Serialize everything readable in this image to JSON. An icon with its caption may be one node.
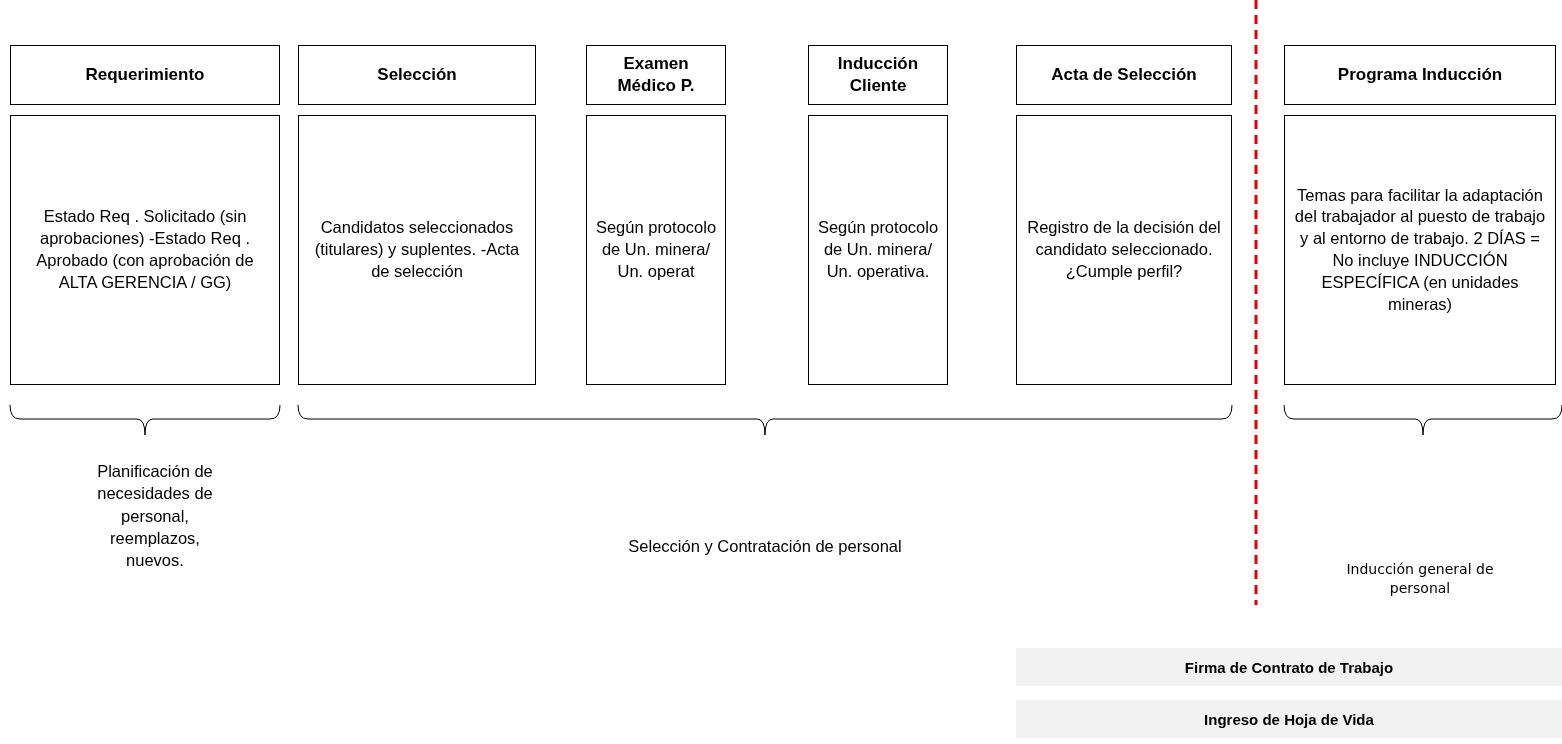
{
  "diagram": {
    "nodes": [
      {
        "text": [
          "Requerimiento"
        ]
      },
      {
        "text": [
          "Selección"
        ]
      },
      {
        "text": [
          "Examen Médico P."
        ]
      },
      {
        "text": [
          "Inducción Cliente"
        ]
      },
      {
        "text": [
          "Acta de Selección"
        ]
      },
      {
        "text": [
          "Programa Inducción"
        ]
      },
      {
        "text": [
          "Estado Req . Solicitado (sin aprobaciones) -Estado Req . Aprobado (con aprobación de ALTA GERENCIA / GG)"
        ]
      },
      {
        "text": [
          "Candidatos seleccionados (titulares) y suplentes. -Acta de selección"
        ]
      },
      {
        "text": [
          "Según protocolo de Un. minera/ Un. operat"
        ]
      },
      {
        "text": [
          "Según protocolo de Un. minera/ Un. operativa."
        ]
      },
      {
        "text": [
          "Registro de la decisión del candidato seleccionado. ¿Cumple perfil?"
        ]
      },
      {
        "text": [
          "Temas para facilitar la adaptación del trabajador al puesto de trabajo y al entorno de trabajo. 2 DÍAS = No incluye INDUCCIÓN ESPECÍFICA (en unidades mineras)"
        ]
      },
      {
        "text": [
          "Firma de Contrato de Trabajo"
        ]
      },
      {
        "text": [
          "Ingreso de Hoja de Vida"
        ]
      }
    ],
    "edges": [],
    "labels": [
      "Planificación de necesidades de personal, reemplazos, nuevos.",
      "Selección y Contratación de personal",
      "Inducción general de personal"
    ]
  }
}
